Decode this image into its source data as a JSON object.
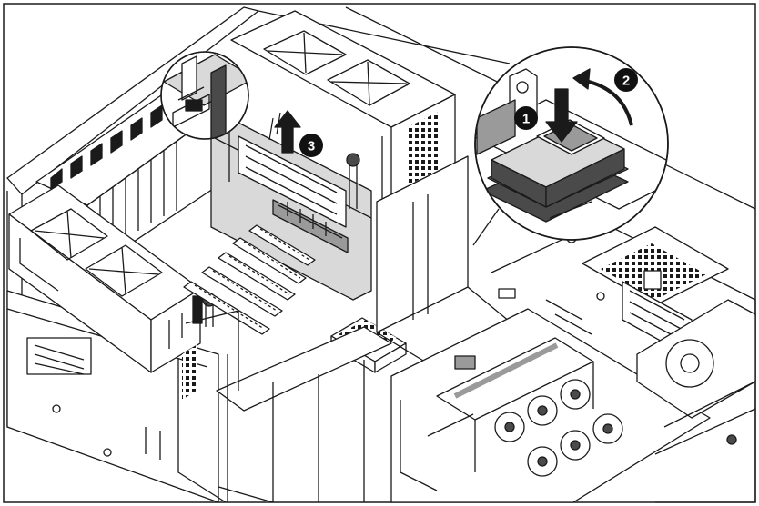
{
  "diagram": {
    "steps": [
      {
        "number": "1",
        "action": "press-latch"
      },
      {
        "number": "2",
        "action": "rotate-latch"
      },
      {
        "number": "3",
        "action": "lift-riser-cage"
      }
    ],
    "colors": {
      "line": "#1a1a1a",
      "fill_light": "#ffffff",
      "fill_shade": "#d9d9d9",
      "fill_mid": "#9a9a9a",
      "fill_dark": "#4a4a4a",
      "badge": "#111111"
    }
  }
}
